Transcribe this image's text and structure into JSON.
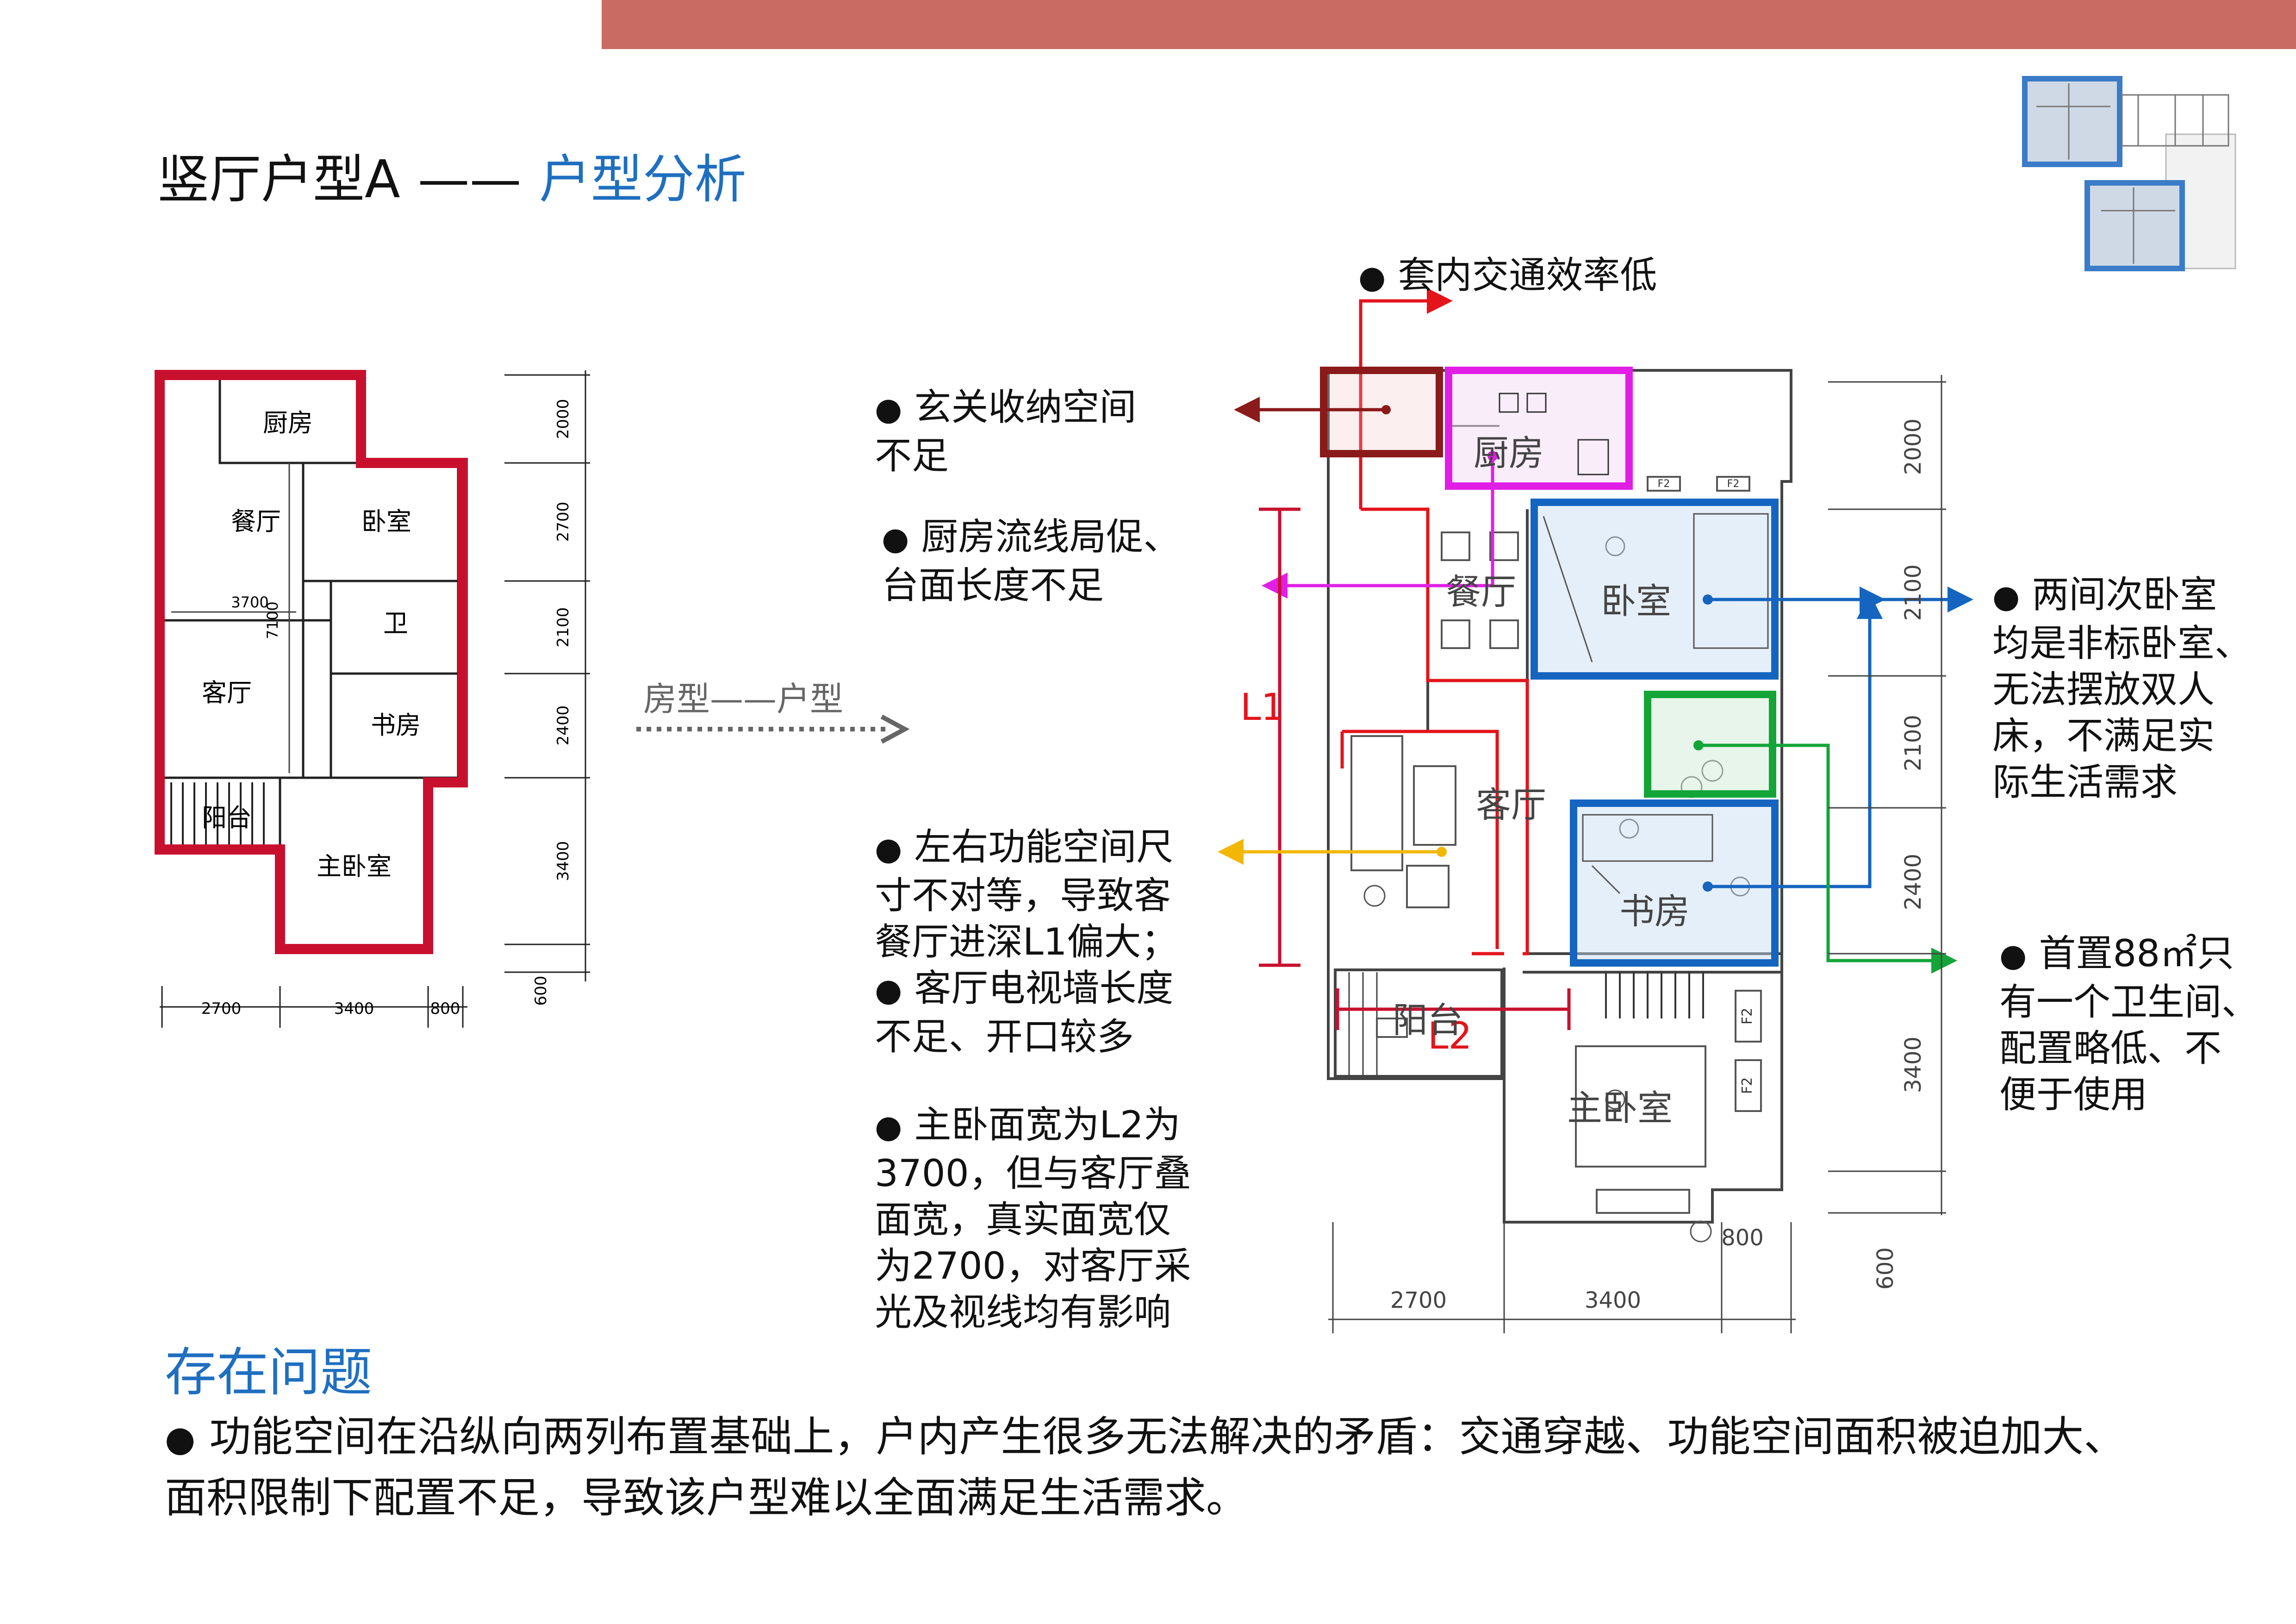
{
  "header": {
    "title_main": "竖厅户型A",
    "title_dash": "——",
    "title_accent": "户型分析"
  },
  "left_plan": {
    "rooms": {
      "kitchen": "厨房",
      "dining": "餐厅",
      "bedroom": "卧室",
      "bath": "卫",
      "living": "客厅",
      "study": "书房",
      "balcony": "阳台",
      "master": "主卧室"
    },
    "dim_inner_w": "3700",
    "dim_inner_h": "7100",
    "dims_vertical": [
      "2000",
      "2700",
      "2100",
      "2400",
      "3400",
      "600"
    ],
    "dims_horizontal": [
      "2700",
      "3400",
      "800"
    ]
  },
  "transition": {
    "label": "房型——户型"
  },
  "right_plan": {
    "rooms": {
      "kitchen": "厨房",
      "dining": "餐厅",
      "bedroom": "卧室",
      "living": "客厅",
      "study": "书房",
      "balcony": "阳台",
      "master": "主卧室"
    },
    "labels": {
      "L1": "L1",
      "L2": "L2",
      "F2": "F2"
    },
    "dims_vertical": [
      "2000",
      "2100",
      "2100",
      "2400",
      "3400",
      "600"
    ],
    "dims_horizontal": [
      "2700",
      "3400",
      "800"
    ]
  },
  "notes": {
    "traffic": "套内交通效率低",
    "entry": [
      "玄关收纳空间",
      "不足"
    ],
    "kitchen": [
      "厨房流线局促、",
      "台面长度不足"
    ],
    "living": [
      "左右功能空间尺",
      "寸不对等，导致客",
      "餐厅进深L1偏大；"
    ],
    "tv": [
      "客厅电视墙长度",
      "不足、开口较多"
    ],
    "master": [
      "主卧面宽为L2为",
      "3700，但与客厅叠",
      "面宽，真实面宽仅",
      "为2700，对客厅采",
      "光及视线均有影响"
    ],
    "bedrooms": [
      "两间次卧室",
      "均是非标卧室、",
      "无法摆放双人",
      "床，不满足实",
      "际生活需求"
    ],
    "bathroom": [
      "首置88㎡只",
      "有一个卫生间、",
      "配置略低、不",
      "便于使用"
    ]
  },
  "problems": {
    "heading": "存在问题",
    "text": "功能空间在沿纵向两列布置基础上，户内产生很多无法解决的矛盾：交通穿越、功能空间面积被迫加大、面积限制下配置不足，导致该户型难以全面满足生活需求。"
  },
  "colors": {
    "accent_blue": "#1f6fc0",
    "header_bar": "#c96b62",
    "outline_red": "#c8102e",
    "traffic_red": "#e3141b",
    "entry_darkred": "#8b1a1a",
    "kitchen_magenta": "#e01ee6",
    "living_orange": "#f2b705",
    "bedroom_blue": "#1565c0",
    "bath_green": "#13a538"
  }
}
